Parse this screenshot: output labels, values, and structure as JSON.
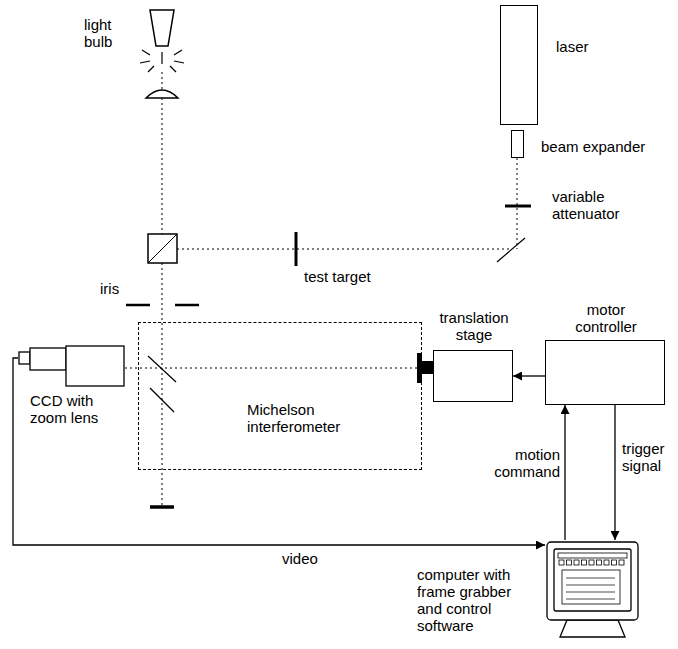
{
  "diagram": {
    "nodes": [
      {
        "text": [
          "laser"
        ]
      },
      {
        "text": [
          "beam expander"
        ]
      },
      {
        "text": [
          "Michelson interferometer"
        ]
      },
      {
        "text": [
          "CCD with zoom lens"
        ]
      },
      {
        "text": [
          "translation stage"
        ]
      },
      {
        "text": [
          "motor controller"
        ]
      },
      {
        "text": [
          "computer with frame grabber and control software"
        ]
      }
    ],
    "edges": [
      {
        "from": 5,
        "to": 4,
        "arrow": "to"
      },
      {
        "from": 6,
        "to": 5,
        "label": "motion command",
        "arrow": "to"
      },
      {
        "from": 5,
        "to": 6,
        "label": "trigger signal",
        "arrow": "to"
      },
      {
        "from": 3,
        "to": 6,
        "label": "video",
        "arrow": "to"
      }
    ],
    "labels": [
      "light bulb",
      "test target",
      "variable attenuator",
      "iris"
    ]
  }
}
